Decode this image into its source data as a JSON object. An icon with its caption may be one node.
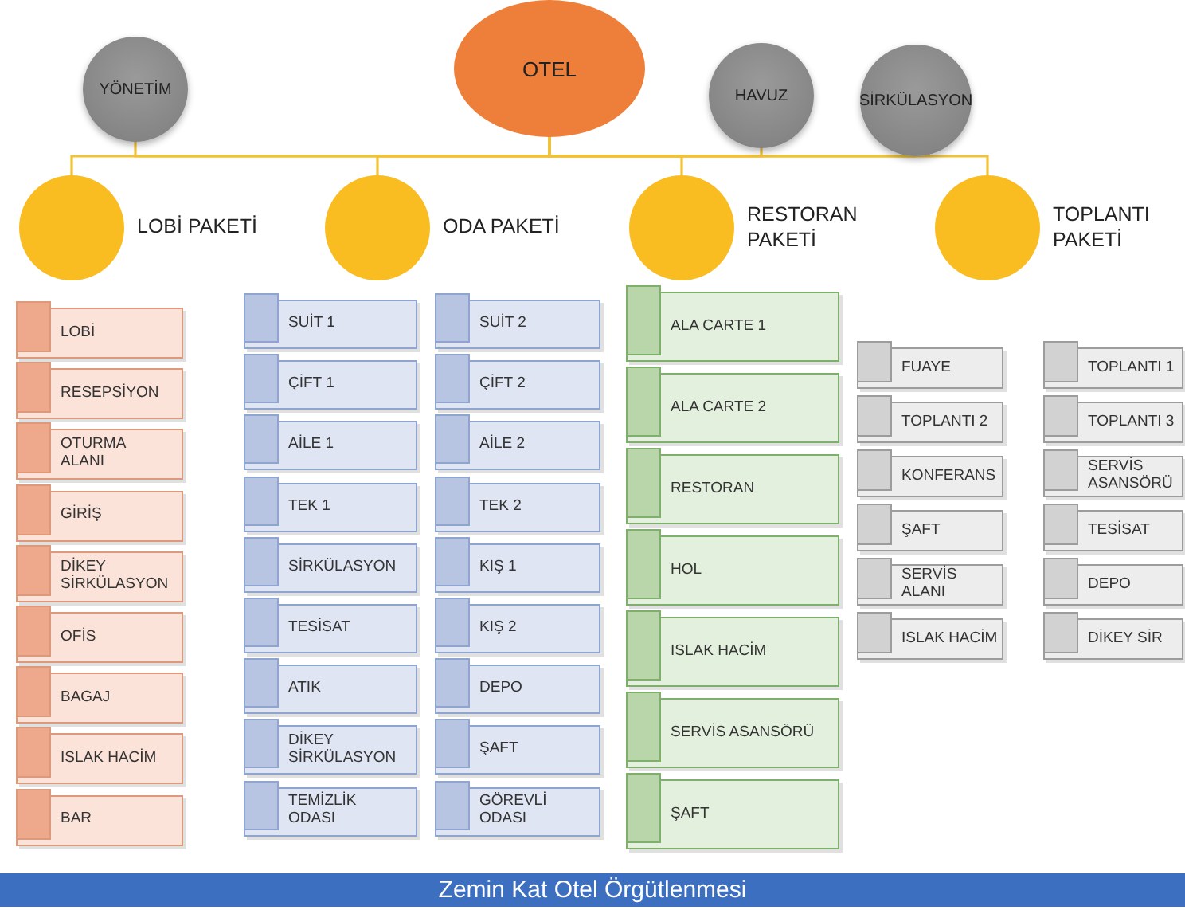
{
  "diagram": {
    "caption": "Zemin Kat Otel Örgütlenmesi",
    "nodes": [
      {
        "text": [
          "OTEL"
        ]
      },
      {
        "text": [
          "YÖNETİM"
        ]
      },
      {
        "text": [
          "HAVUZ"
        ]
      },
      {
        "text": [
          "SİRKÜLASYON"
        ]
      },
      {
        "text": [
          "LOBİ PAKETİ"
        ]
      },
      {
        "text": [
          "ODA PAKETİ"
        ]
      },
      {
        "text": [
          "RESTORAN PAKETİ"
        ]
      },
      {
        "text": [
          "TOPLANTI PAKETİ"
        ]
      },
      {
        "text": [
          "LOBİ"
        ]
      },
      {
        "text": [
          "RESEPSİYON"
        ]
      },
      {
        "text": [
          "OTURMA ALANI"
        ]
      },
      {
        "text": [
          "GİRİŞ"
        ]
      },
      {
        "text": [
          "DİKEY SİRKÜLASYON"
        ]
      },
      {
        "text": [
          "OFİS"
        ]
      },
      {
        "text": [
          "BAGAJ"
        ]
      },
      {
        "text": [
          "ISLAK HACİM"
        ]
      },
      {
        "text": [
          "BAR"
        ]
      },
      {
        "text": [
          "SUİT 1"
        ]
      },
      {
        "text": [
          "ÇİFT 1"
        ]
      },
      {
        "text": [
          "AİLE 1"
        ]
      },
      {
        "text": [
          "TEK 1"
        ]
      },
      {
        "text": [
          "SİRKÜLASYON"
        ]
      },
      {
        "text": [
          "TESİSAT"
        ]
      },
      {
        "text": [
          "ATIK"
        ]
      },
      {
        "text": [
          "DİKEY SİRKÜLASYON"
        ]
      },
      {
        "text": [
          "TEMİZLİK ODASI"
        ]
      },
      {
        "text": [
          "SUİT 2"
        ]
      },
      {
        "text": [
          "ÇİFT 2"
        ]
      },
      {
        "text": [
          "AİLE 2"
        ]
      },
      {
        "text": [
          "TEK 2"
        ]
      },
      {
        "text": [
          "KIŞ 1"
        ]
      },
      {
        "text": [
          "KIŞ 2"
        ]
      },
      {
        "text": [
          "DEPO"
        ]
      },
      {
        "text": [
          "ŞAFT"
        ]
      },
      {
        "text": [
          "GÖREVLİ ODASI"
        ]
      },
      {
        "text": [
          "ALA CARTE 1"
        ]
      },
      {
        "text": [
          "ALA CARTE 2"
        ]
      },
      {
        "text": [
          "RESTORAN"
        ]
      },
      {
        "text": [
          "HOL"
        ]
      },
      {
        "text": [
          "ISLAK HACİM"
        ]
      },
      {
        "text": [
          "SERVİS ASANSÖRÜ"
        ]
      },
      {
        "text": [
          "ŞAFT"
        ]
      },
      {
        "text": [
          "FUAYE"
        ]
      },
      {
        "text": [
          "TOPLANTI 2"
        ]
      },
      {
        "text": [
          "KONFERANS"
        ]
      },
      {
        "text": [
          "ŞAFT"
        ]
      },
      {
        "text": [
          "SERVİS ALANI"
        ]
      },
      {
        "text": [
          "ISLAK HACİM"
        ]
      },
      {
        "text": [
          "TOPLANTI 1"
        ]
      },
      {
        "text": [
          "TOPLANTI 3"
        ]
      },
      {
        "text": [
          "SERVİS ASANSÖRÜ"
        ]
      },
      {
        "text": [
          "TESİSAT"
        ]
      },
      {
        "text": [
          "DEPO"
        ]
      },
      {
        "text": [
          "DİKEY SİR"
        ]
      }
    ],
    "edges": [
      {
        "from": 0,
        "to": 1,
        "arrow": "none"
      },
      {
        "from": 0,
        "to": 2,
        "arrow": "none"
      },
      {
        "from": 0,
        "to": 3,
        "arrow": "none"
      },
      {
        "from": 0,
        "to": 4,
        "arrow": "none"
      },
      {
        "from": 0,
        "to": 5,
        "arrow": "none"
      },
      {
        "from": 0,
        "to": 6,
        "arrow": "none"
      },
      {
        "from": 0,
        "to": 7,
        "arrow": "none"
      }
    ]
  }
}
